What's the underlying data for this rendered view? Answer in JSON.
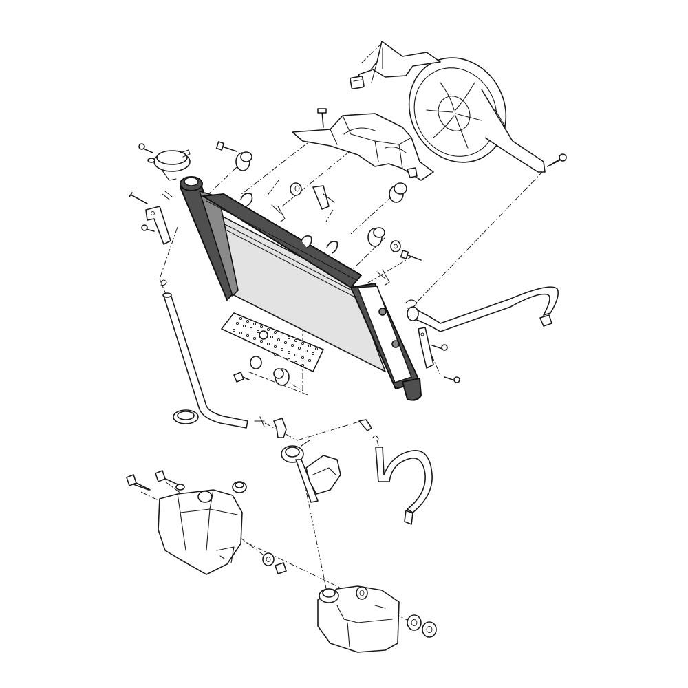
{
  "diagram": {
    "parts": [
      "cooling-fan",
      "fan-shroud",
      "fan-bracket",
      "fan-connector",
      "radiator-core",
      "radiator-right-tank",
      "radiator-left-tank",
      "radiator-cap",
      "radiator-guard",
      "grommet",
      "collar",
      "bolt",
      "clip",
      "screw",
      "lower-hose",
      "return-hose",
      "breather-hose",
      "hose-clamp",
      "reservoir-tank",
      "reservoir-cover",
      "thermostat-fitting"
    ]
  }
}
